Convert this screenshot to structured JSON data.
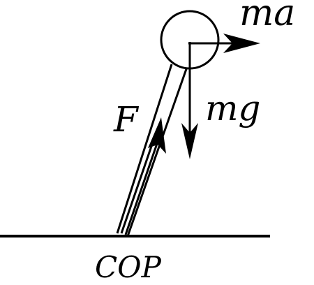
{
  "labels": {
    "ma": "ma",
    "mg": "mg",
    "force": "F",
    "cop": "COP"
  },
  "colors": {
    "stroke": "#000000",
    "background": "#ffffff"
  }
}
